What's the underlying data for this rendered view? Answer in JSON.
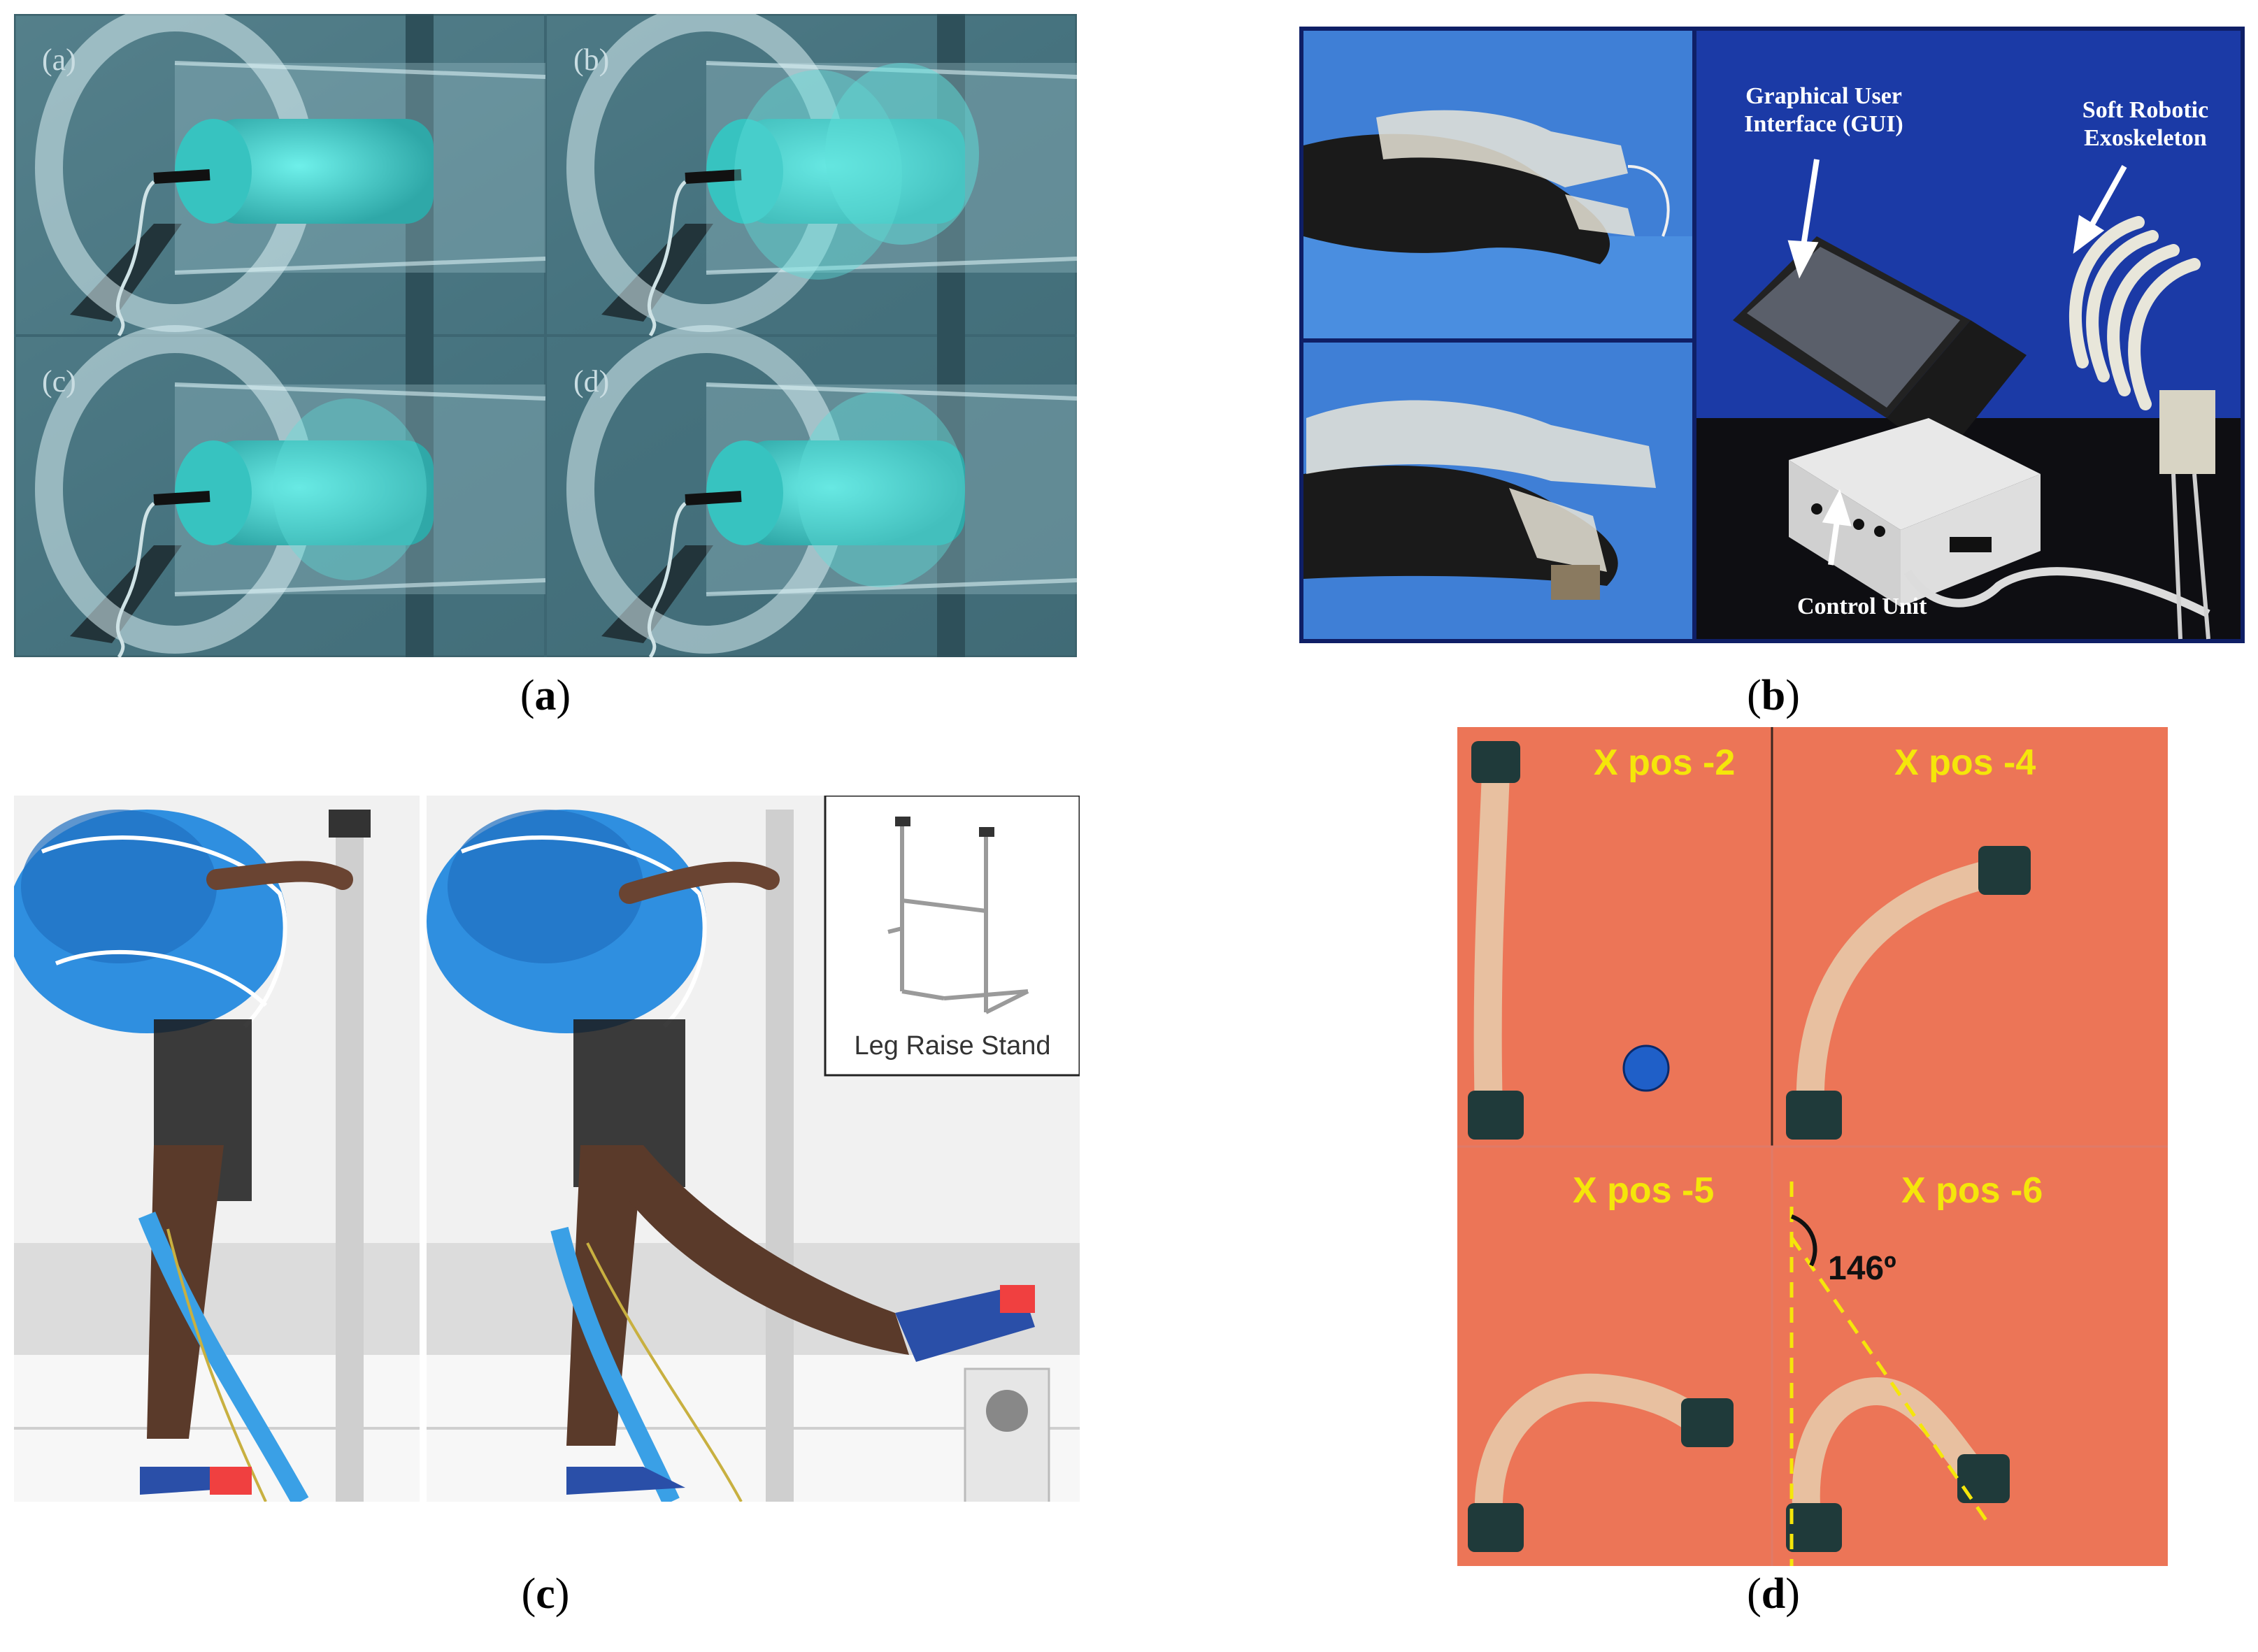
{
  "figure": {
    "panels": [
      {
        "id": "a",
        "caption_open": "(",
        "caption_letter": "a",
        "caption_close": ")",
        "sublabels": [
          "(a)",
          "(b)",
          "(c)",
          "(d)"
        ]
      },
      {
        "id": "b",
        "caption_open": "(",
        "caption_letter": "b",
        "caption_close": ")",
        "annotations": {
          "gui": [
            "Graphical User",
            "Interface (GUI)"
          ],
          "exo": [
            "Soft Robotic",
            "Exoskeleton"
          ],
          "control": "Control Unit"
        }
      },
      {
        "id": "c",
        "caption_open": "(",
        "caption_letter": "c",
        "caption_close": ")",
        "inset_label": "Leg Raise Stand"
      },
      {
        "id": "d",
        "caption_open": "(",
        "caption_letter": "d",
        "caption_close": ")",
        "labels": [
          "X pos -2",
          "X pos -4",
          "X pos -5",
          "X pos -6"
        ],
        "angle": "146º"
      }
    ]
  },
  "colors": {
    "panel_a_bg": "#3e6b78",
    "silicone": "#3fd6d2",
    "panel_b_bg": "#1d3a9c",
    "panel_d_bg": "#f08060",
    "panel_d_label": "#f5e60a",
    "sleeve_blue": "#2f8fe0"
  }
}
